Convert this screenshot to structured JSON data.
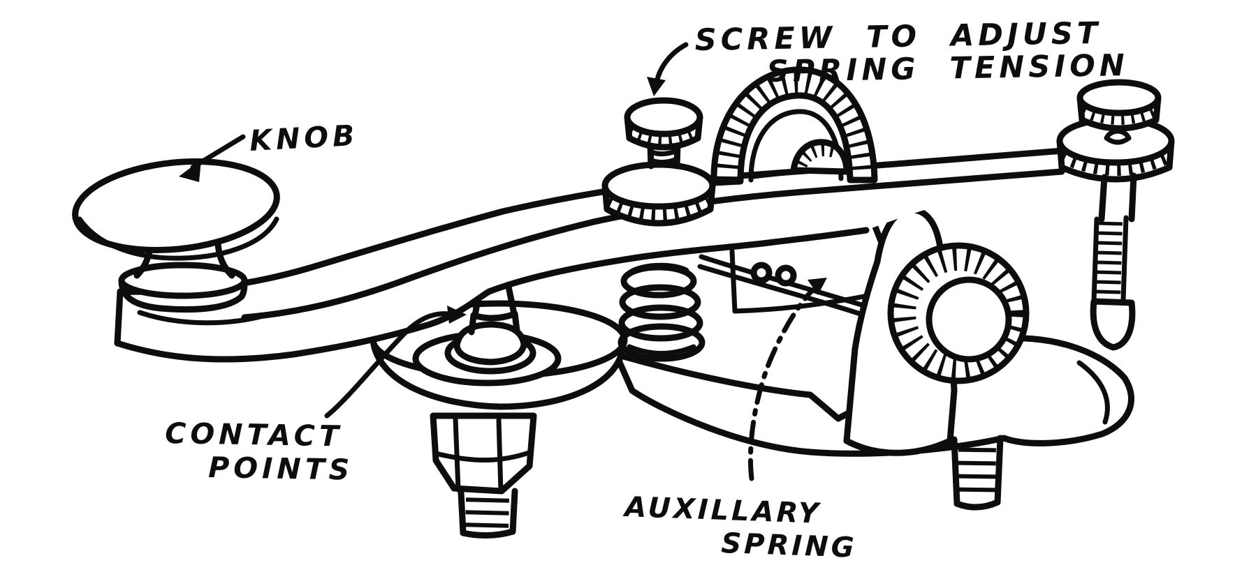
{
  "labels": {
    "screw_tension": {
      "line1": "SCREW TO ADJUST",
      "line2": "SPRING TENSION"
    },
    "knob": {
      "text": "KNOB"
    },
    "contact_points": {
      "line1": "CONTACT",
      "line2": "POINTS"
    },
    "auxiliary_spring": {
      "line1": "AUXILLARY",
      "line2": "SPRING"
    }
  },
  "colors": {
    "ink": "#0d0d0d",
    "background": "#ffffff"
  }
}
